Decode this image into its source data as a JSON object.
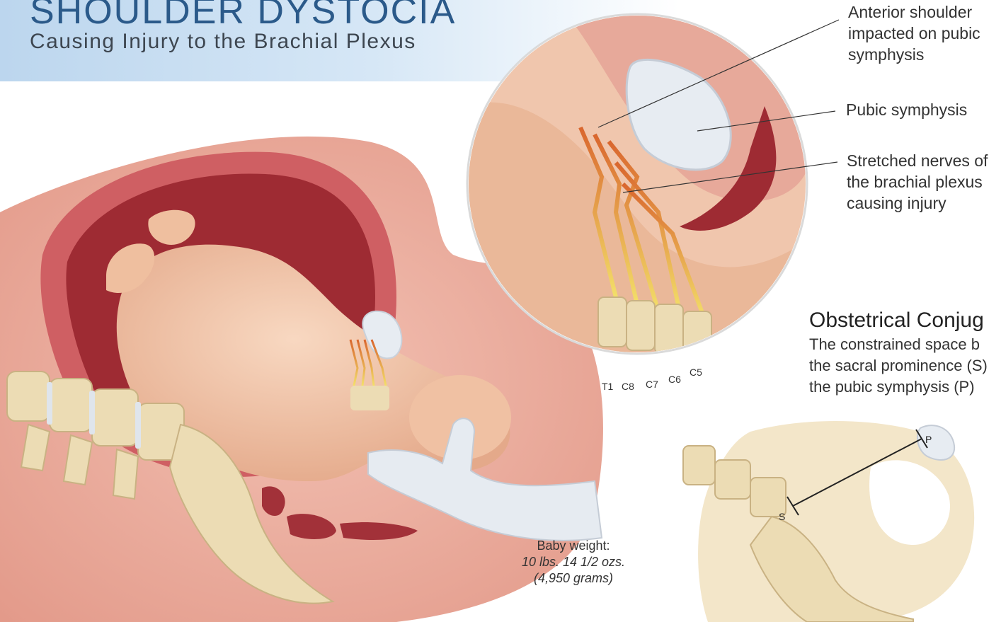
{
  "header": {
    "title": "SHOULDER DYSTOCIA",
    "subtitle": "Causing Injury to the Brachial Plexus"
  },
  "callouts": {
    "anterior_shoulder": [
      "Anterior shoulder",
      "impacted on pubic",
      "symphysis"
    ],
    "pubic_symphysis": [
      "Pubic symphysis"
    ],
    "stretched_nerves": [
      "Stretched nerves of",
      "the brachial plexus",
      "causing injury"
    ]
  },
  "vertebrae_labels": [
    "T1",
    "C8",
    "C7",
    "C6",
    "C5"
  ],
  "conjugate": {
    "title": "Obstetrical Conjug",
    "lines": [
      "The constrained space b",
      "the sacral prominence (S)",
      "the pubic symphysis (P)"
    ],
    "point_s": "S",
    "point_p": "P"
  },
  "baby_weight": {
    "label": "Baby weight:",
    "lbs": "10 lbs. 14 1/2 ozs.",
    "grams": "(4,950 grams)"
  },
  "colors": {
    "title_blue": "#2b5a8a",
    "tissue_pink": "#e9a99c",
    "uterus_red": "#c8474f",
    "skin": "#f2c3a6",
    "bone": "#ecdcb4",
    "glove": "#e6ebf1",
    "pelvis_bg": "#f3e6c9"
  }
}
